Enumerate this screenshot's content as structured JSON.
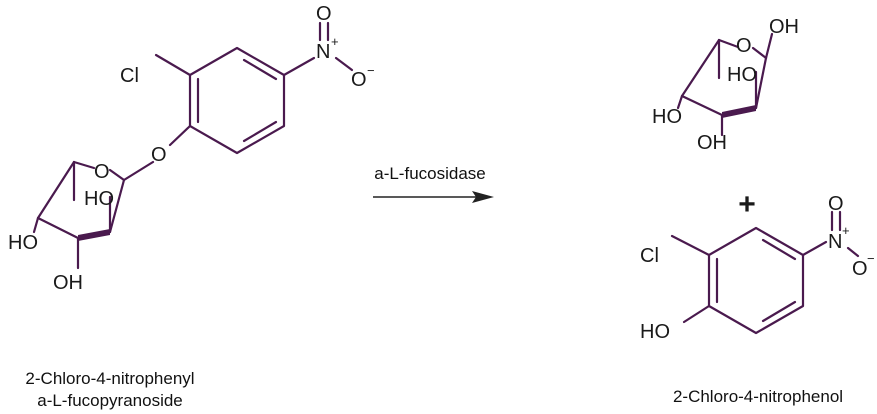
{
  "reaction": {
    "enzyme_label": "a-L-fucosidase",
    "plus_sign": "+"
  },
  "substrate": {
    "caption_line1": "2-Chloro-4-nitrophenyl",
    "caption_line2": "a-L-fucopyranoside",
    "atoms": {
      "cl": "Cl",
      "n": "N",
      "n_charge": "+",
      "o_top": "O",
      "o_minus": "O",
      "o_minus_charge": "−",
      "o_link": "O",
      "o_ring": "O",
      "ho2": "HO",
      "ho3": "HO",
      "oh4": "OH"
    }
  },
  "product_fucose": {
    "atoms": {
      "o_ring": "O",
      "oh1": "OH",
      "ho2": "HO",
      "ho3": "HO",
      "oh4": "OH"
    }
  },
  "product_phenol": {
    "caption": "2-Chloro-4-nitrophenol",
    "atoms": {
      "cl": "Cl",
      "n": "N",
      "n_charge": "+",
      "o_top": "O",
      "o_minus": "O",
      "o_minus_charge": "−",
      "ho": "HO"
    }
  }
}
